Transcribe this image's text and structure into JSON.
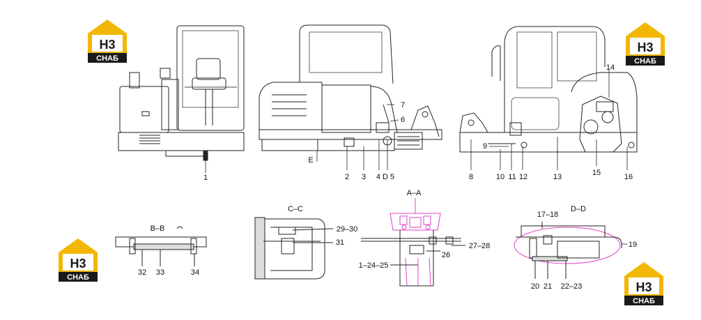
{
  "logo": {
    "mark": "H3",
    "brand": "CHAБ",
    "color": "#f2b705"
  },
  "sections": {
    "aa": "A–A",
    "bb": "B–B",
    "cc": "C–C",
    "dd": "D–D",
    "e": "E",
    "d": "D"
  },
  "callouts": {
    "c1": "1",
    "c2": "2",
    "c3": "3",
    "c45": "4 D 5",
    "c6": "6",
    "c7": "7",
    "c8": "8",
    "c9": "9",
    "c10": "10",
    "c11": "11",
    "c12": "12",
    "c13": "13",
    "c14": "14",
    "c15": "15",
    "c16": "16",
    "c1718": "17–18",
    "c19": "19",
    "c20": "20",
    "c21": "21",
    "c2223": "22–23",
    "c1_24_25": "1–24–25",
    "c26": "26",
    "c2728": "27–28",
    "c2930": "29–30",
    "c31": "31",
    "c32": "32",
    "c33": "33",
    "c34": "34"
  },
  "colors": {
    "line": "#222222",
    "highlight": "#e040c8"
  }
}
